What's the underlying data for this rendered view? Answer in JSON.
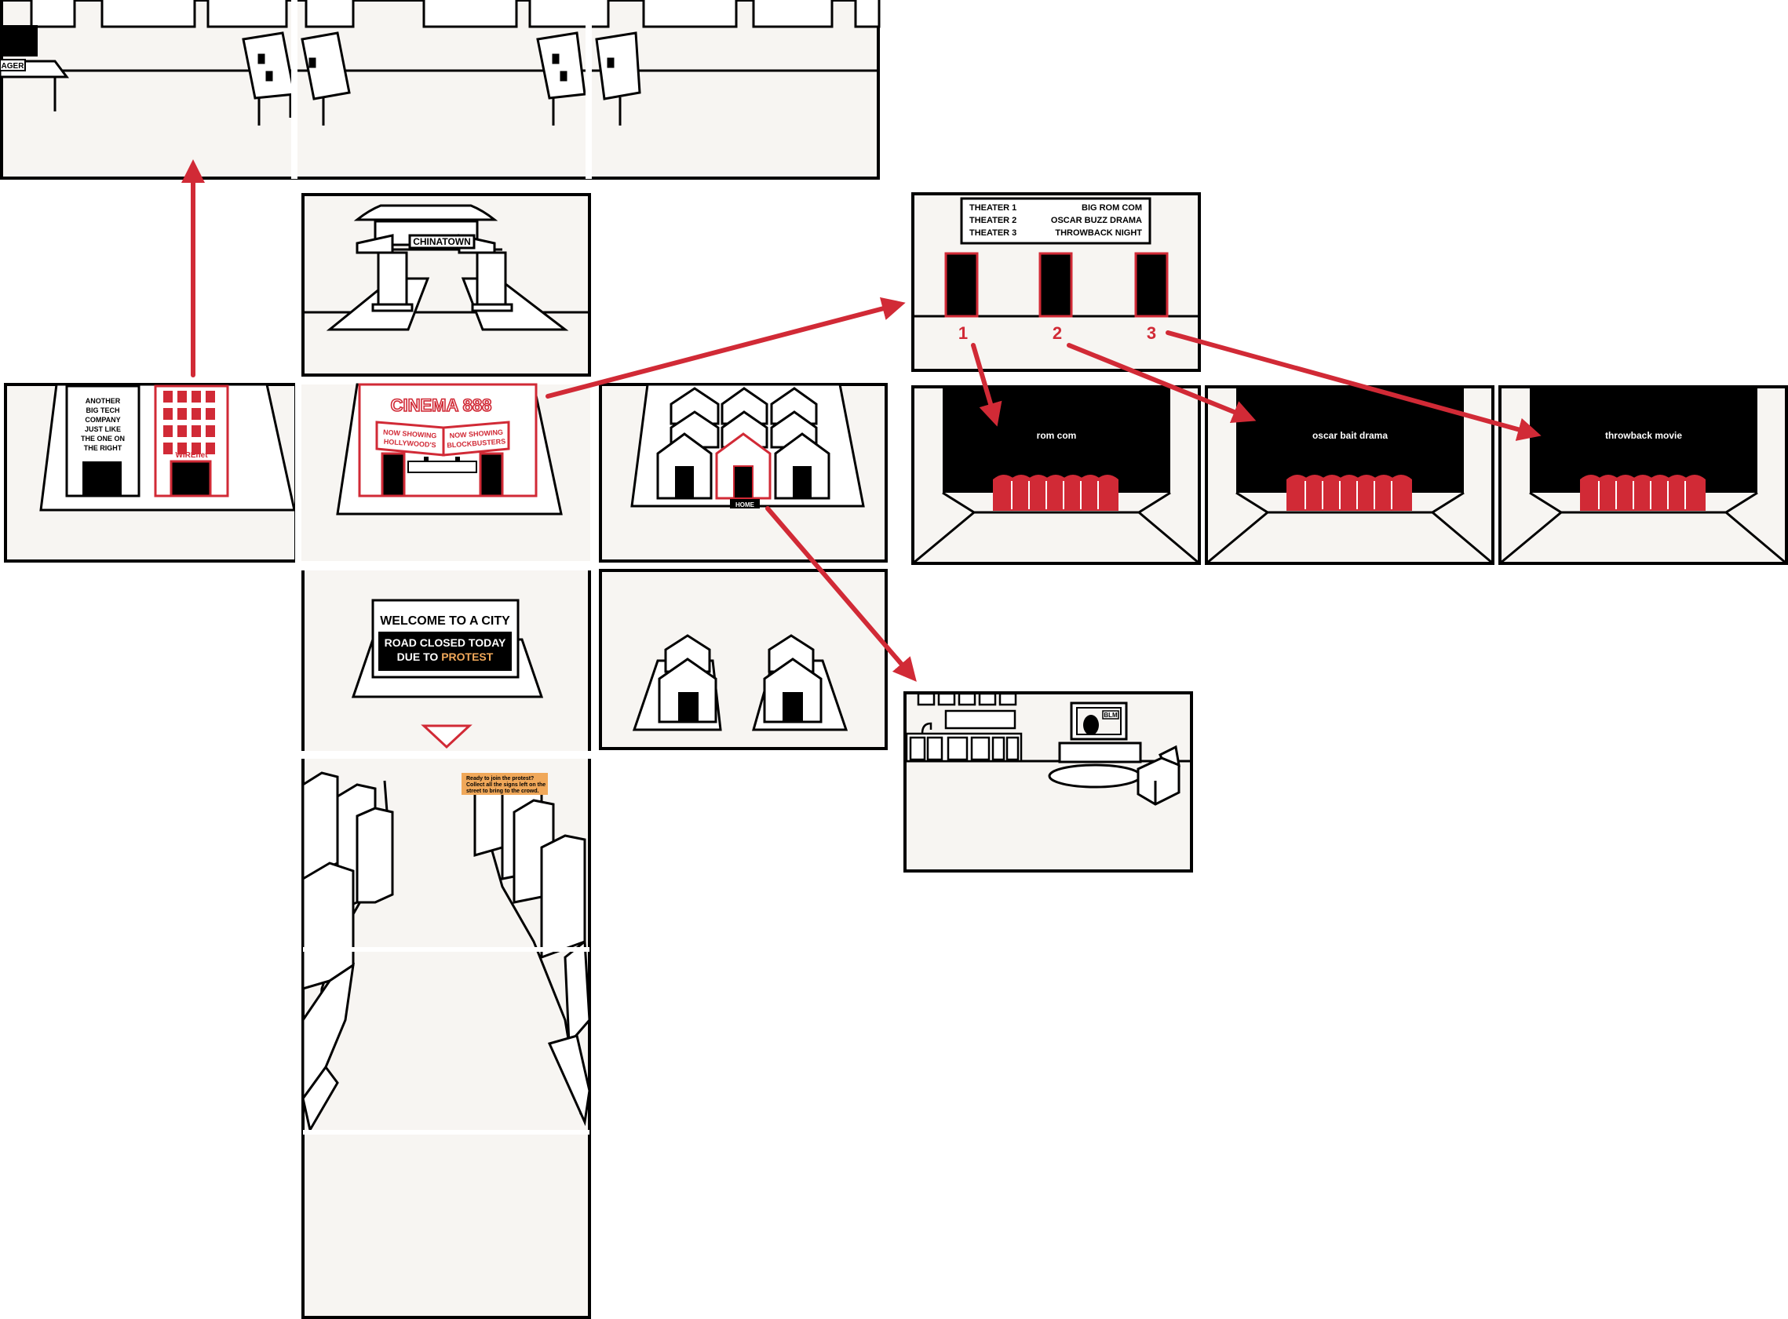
{
  "colors": {
    "red": "#d12a36",
    "black": "#000000",
    "cream": "#f7f5f2",
    "orange": "#f0a85a",
    "white": "#ffffff"
  },
  "office": {
    "desk_label": "AGER"
  },
  "chinatown": {
    "gate_sign": "CHINATOWN"
  },
  "tech": {
    "sign_lines": [
      "ANOTHER",
      "BIG TECH",
      "COMPANY",
      "JUST LIKE",
      "THE ONE ON",
      "THE RIGHT"
    ],
    "wirenet_label": "WIREnet"
  },
  "cinema": {
    "title": "CINEMA 888",
    "banner_left": [
      "NOW SHOWING",
      "HOLLYWOOD'S"
    ],
    "banner_right": [
      "NOW SHOWING",
      "BLOCKBUSTERS"
    ]
  },
  "neighborhood": {
    "home_label": "HOME"
  },
  "welcome": {
    "title": "WELCOME TO A CITY",
    "line1": "ROAD CLOSED TODAY",
    "line2_prefix": "DUE TO ",
    "line2_highlight": "PROTEST"
  },
  "street": {
    "note": [
      "Ready to join the protest?",
      "Collect all the signs left on the",
      "street to bring to the crowd."
    ]
  },
  "lobby": {
    "rows": [
      {
        "theater": "THEATER 1",
        "film": "BIG ROM COM"
      },
      {
        "theater": "THEATER 2",
        "film": "OSCAR  BUZZ DRAMA"
      },
      {
        "theater": "THEATER 3",
        "film": "THROWBACK NIGHT"
      }
    ],
    "door_numbers": [
      "1",
      "2",
      "3"
    ]
  },
  "screens": [
    {
      "title": "rom com"
    },
    {
      "title": "oscar bait drama"
    },
    {
      "title": "throwback movie"
    }
  ],
  "home_interior": {
    "tv_label": "BLM"
  }
}
